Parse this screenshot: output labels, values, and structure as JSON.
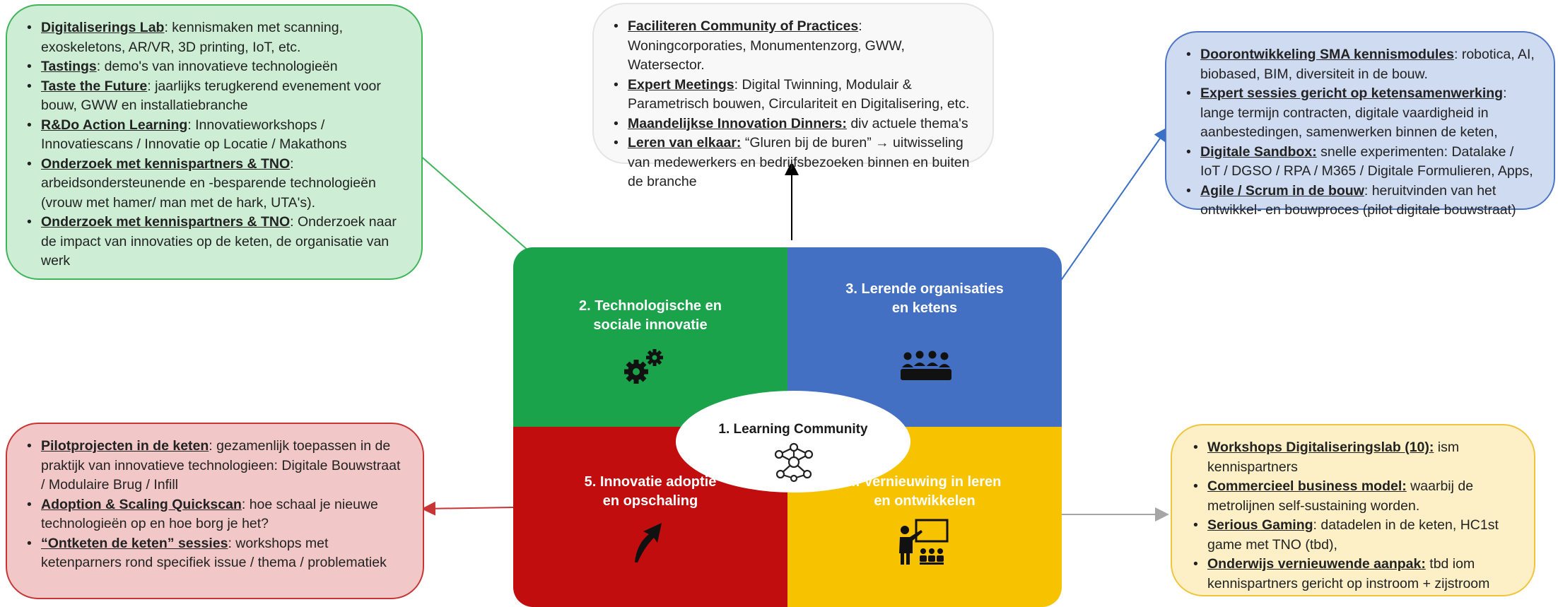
{
  "boxes": {
    "top_left": {
      "items": [
        {
          "term": "Digitaliserings Lab",
          "text": ": kennismaken met scanning, exoskeletons, AR/VR, 3D printing, IoT, etc."
        },
        {
          "term": "Tastings",
          "text": ": demo's van innovatieve technologieën"
        },
        {
          "term": "Taste the Future",
          "text": ": jaarlijks terugkerend evenement voor bouw, GWW en installatiebranche"
        },
        {
          "term": "R&Do Action Learning",
          "text": ": Innovatieworkshops / Innovatiescans / Innovatie op Locatie / Makathons"
        },
        {
          "term": "Onderzoek met kennispartners & TNO",
          "text": ": arbeidsondersteunende en -besparende technologieën (vrouw met hamer/ man met de hark, UTA's)."
        },
        {
          "term": "Onderzoek met kennispartners & TNO",
          "text": ": Onderzoek naar de impact van innovaties op de keten, de organisatie van werk"
        }
      ]
    },
    "top": {
      "items": [
        {
          "term": "Faciliteren Community of Practices",
          "text": ": Woningcorporaties, Monumentenzorg, GWW, Watersector."
        },
        {
          "term": "Expert Meetings",
          "text": ": Digital Twinning, Modulair & Parametrisch bouwen, Circulariteit en Digitalisering, etc."
        },
        {
          "term": "Maandelijkse Innovation Dinners:",
          "text": " div actuele thema's"
        },
        {
          "term": "Leren van elkaar:",
          "text": " “Gluren bij de buren” → uitwisseling van medewerkers en bedrijfsbezoeken binnen en buiten de branche"
        }
      ]
    },
    "top_right": {
      "items": [
        {
          "term": "Doorontwikkeling SMA kennismodules",
          "text": ": robotica, AI, biobased, BIM, diversiteit in de bouw."
        },
        {
          "term": "Expert sessies gericht op ketensamenwerking",
          "text": ": lange termijn contracten, digitale vaardigheid in aanbestedingen, samenwerken binnen de keten,"
        },
        {
          "term": "Digitale Sandbox:",
          "text": " snelle experimenten: Datalake / IoT / DGSO / RPA / M365 / Digitale Formulieren, Apps,"
        },
        {
          "term": "Agile / Scrum in de bouw",
          "text": ": heruitvinden van het ontwikkel- en bouwproces (pilot digitale bouwstraat)"
        }
      ]
    },
    "bottom_left": {
      "items": [
        {
          "term": "Pilotprojecten in de keten",
          "text": ": gezamenlijk toepassen in de praktijk van innovatieve technologieen: Digitale Bouwstraat / Modulaire Brug / Infill"
        },
        {
          "term": "Adoption & Scaling Quickscan",
          "text": ": hoe schaal je nieuwe technologieën op en hoe borg je het?"
        },
        {
          "term": "“Ontketen de keten” sessies",
          "text": ": workshops met ketenparners rond specifiek issue / thema / problematiek"
        }
      ]
    },
    "bottom_right": {
      "items": [
        {
          "term": "Workshops Digitaliseringslab (10):",
          "text": " ism kennispartners"
        },
        {
          "term": "Commercieel business model:",
          "text": " waarbij de metrolijnen self-sustaining worden."
        },
        {
          "term": "Serious Gaming",
          "text": ": datadelen in de keten, HC1st game met TNO (tbd),"
        },
        {
          "term": "Onderwijs vernieuwende aanpak:",
          "text": " tbd iom kennispartners gericht op instroom + zijstroom"
        }
      ]
    }
  },
  "quadrants": {
    "tl": {
      "label": "2. Technologische en\nsociale innovatie",
      "color": "#1aa34a",
      "icon": "gears-icon"
    },
    "tr": {
      "label": "3. Lerende organisaties\nen ketens",
      "color": "#4470c4",
      "icon": "group-meeting-icon"
    },
    "bl": {
      "label": "5. Innovatie adoptie\nen opschaling",
      "color": "#c10d0d",
      "icon": "upward-arrow-icon"
    },
    "br": {
      "label": "4. Vernieuwing in leren\nen ontwikkelen",
      "color": "#f7c300",
      "icon": "teacher-board-icon"
    }
  },
  "center": {
    "title": "1. Learning Community",
    "icon": "network-icon"
  },
  "connector_colors": {
    "green": "#41b45a",
    "black": "#000000",
    "blue": "#3a6fc6",
    "red": "#c73535",
    "grey": "#a6a6a6"
  }
}
